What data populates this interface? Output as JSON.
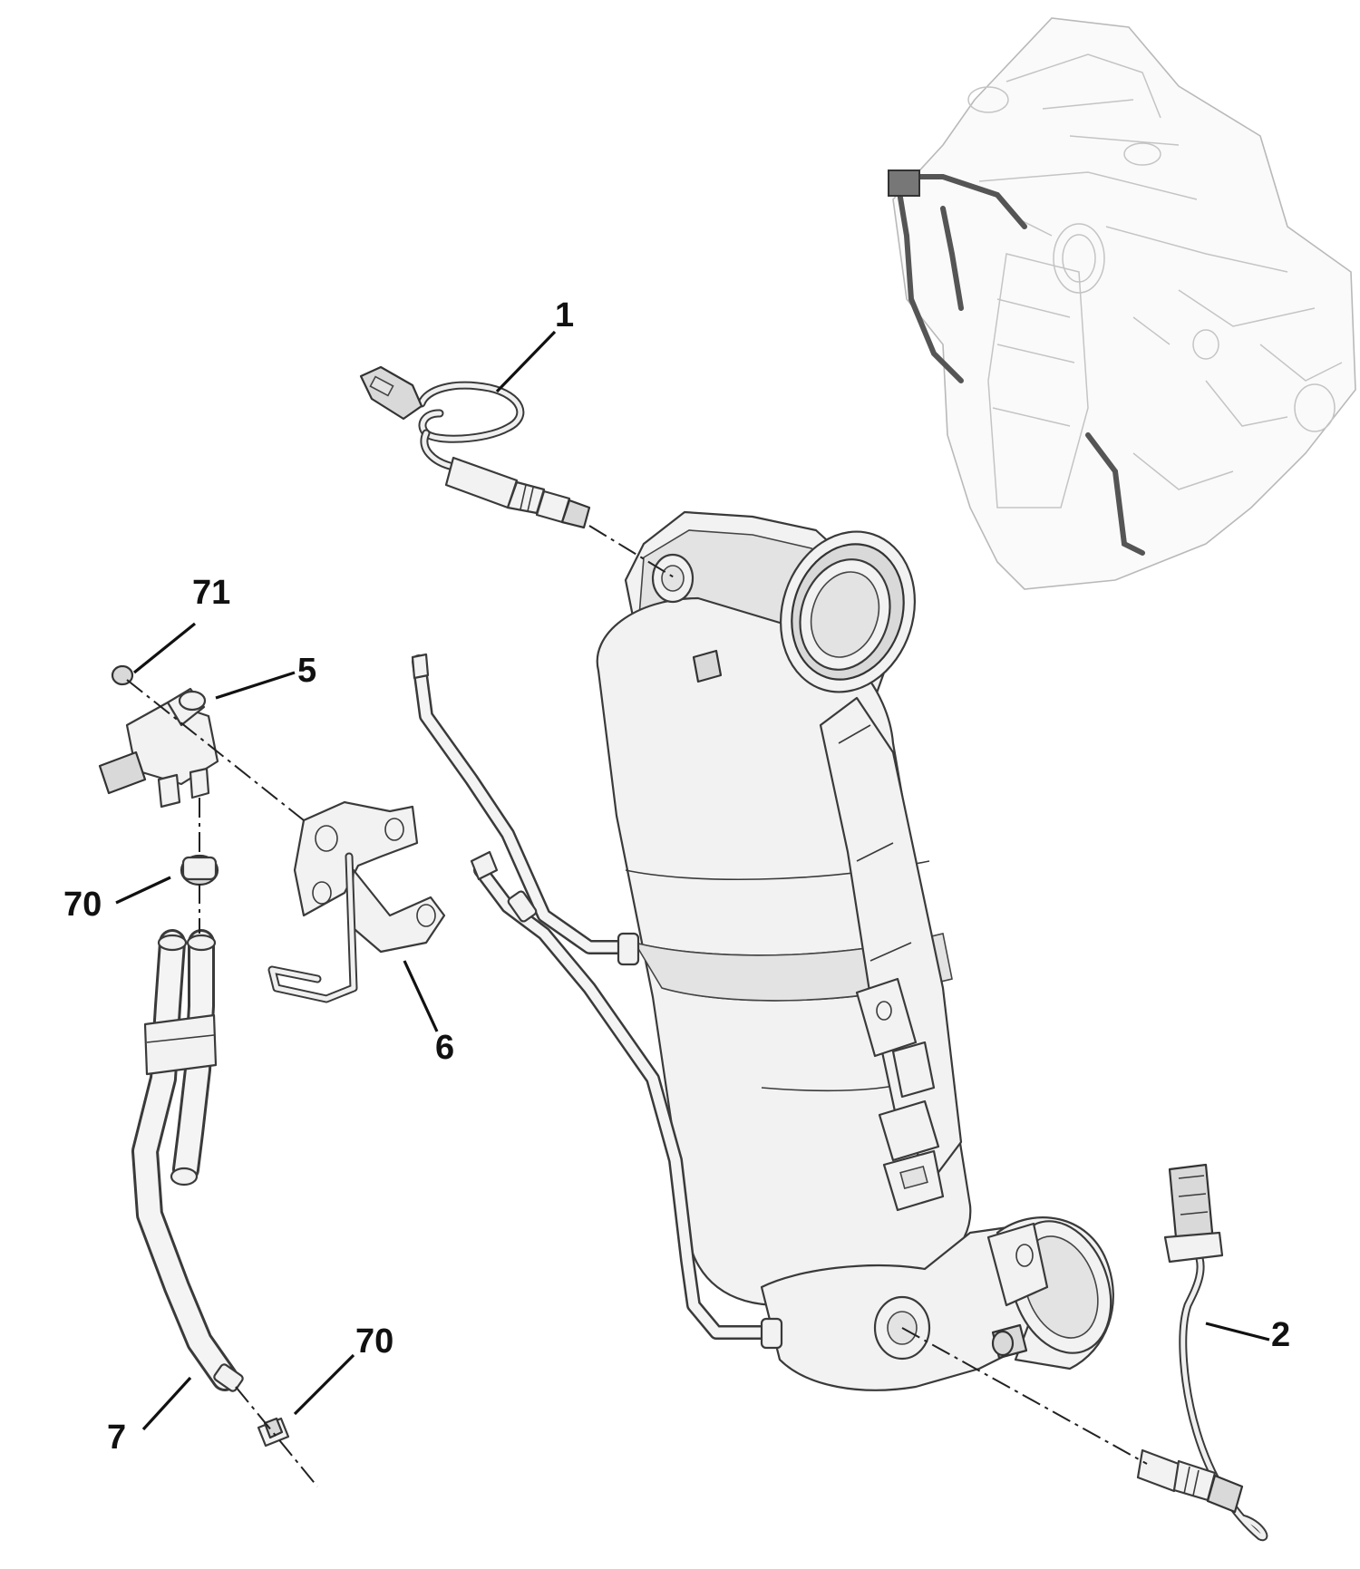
{
  "callouts": {
    "c1": "1",
    "c2": "2",
    "c5": "5",
    "c6": "6",
    "c7": "7",
    "c70a": "70",
    "c70b": "70",
    "c71": "71"
  },
  "colors": {
    "line": "#3a3a3a",
    "fill": "#f2f2f2",
    "background": "#ffffff"
  }
}
